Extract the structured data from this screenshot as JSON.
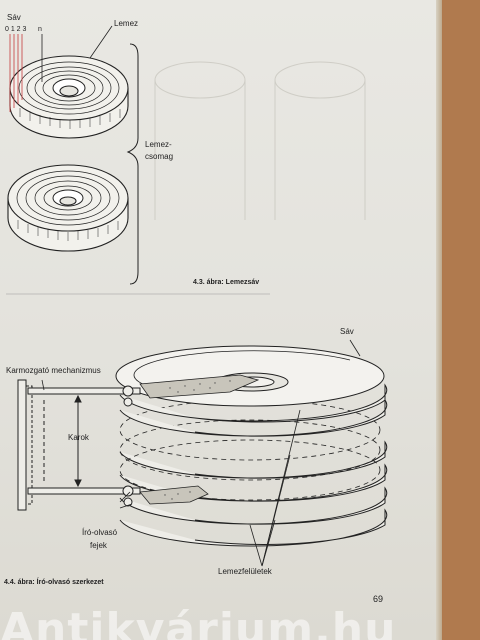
{
  "figure_4_3": {
    "label_sav": "Sáv",
    "label_track_numbers": "0 1 2 3",
    "label_n": "n",
    "label_lemez": "Lemez",
    "label_lemezcsomag_1": "Lemez-",
    "label_lemezcsomag_2": "csomag",
    "caption": "4.3. ábra: Lemezsáv"
  },
  "figure_4_4": {
    "label_sav": "Sáv",
    "label_mechanism": "Karmozgató mechanizmus",
    "label_karok": "Karok",
    "label_heads_1": "Író-olvasó",
    "label_heads_2": "fejek",
    "label_surfaces": "Lemezfelületek",
    "caption": "4.4. ábra: Író-olvasó szerkezet"
  },
  "page_number": "69",
  "watermark": "Antikvárium.hu",
  "colors": {
    "paper": "#e6e5df",
    "table_wood": "#b07a4e",
    "ink": "#222222",
    "track_marker": "#c43c3c"
  }
}
